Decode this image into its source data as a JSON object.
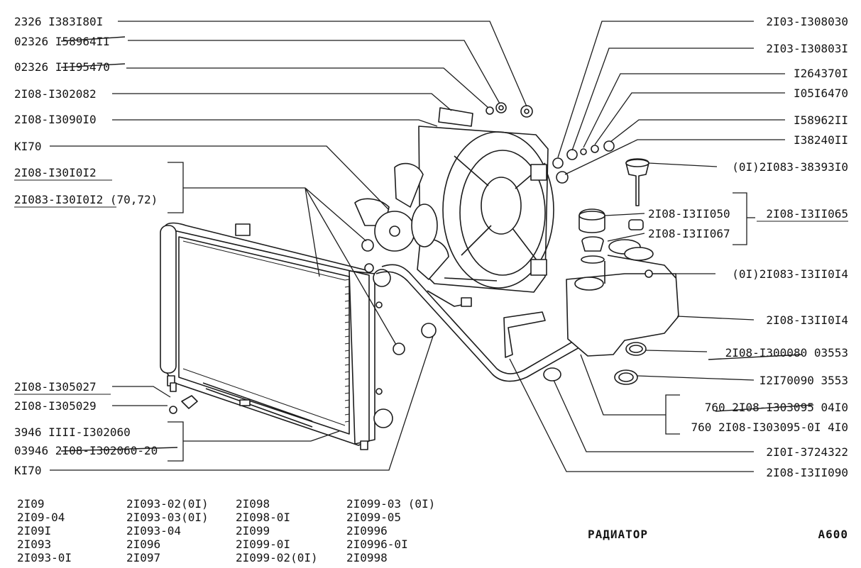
{
  "callouts": {
    "left": [
      {
        "code": "2326  I383I80I",
        "struck": false
      },
      {
        "code": "02326  I58964II",
        "struck": true
      },
      {
        "code": "02326  III95470",
        "struck": true
      },
      {
        "code": "2I08-I302082",
        "struck": false
      },
      {
        "code": "2I08-I3090I0",
        "struck": false
      },
      {
        "code": "KI70",
        "struck": false
      },
      {
        "code": "2I08-I30I0I2",
        "struck": false,
        "underlined": true
      },
      {
        "code": "2I083-I30I0I2 (70,72)",
        "struck": false,
        "underlined": true
      },
      {
        "code": "2I08-I305027",
        "struck": false,
        "underlined": true
      },
      {
        "code": "2I08-I305029",
        "struck": false
      },
      {
        "code": "3946  IIII-I302060",
        "struck": false
      },
      {
        "code": "03946  2I08-I302060-20",
        "struck": true
      },
      {
        "code": "KI70",
        "struck": false
      }
    ],
    "right": [
      {
        "code": "2I03-I308030",
        "struck": false
      },
      {
        "code": "2I03-I30803I",
        "struck": false
      },
      {
        "code": "I264370I",
        "struck": false
      },
      {
        "code": "I05I6470",
        "struck": false
      },
      {
        "code": "I58962II",
        "struck": false
      },
      {
        "code": "I38240II",
        "struck": false
      },
      {
        "code": "(0I)2I083-38393I0",
        "struck": false
      },
      {
        "code": "2I08-I3II050",
        "struck": false
      },
      {
        "code": "2I08-I3II065",
        "struck": false,
        "underlined": true
      },
      {
        "code": "2I08-I3II067",
        "struck": false
      },
      {
        "code": "(0I)2I083-I3II0I4",
        "struck": false
      },
      {
        "code": "2I08-I3II0I4",
        "struck": false
      },
      {
        "code": "2I08-I300080  03553",
        "struck": true
      },
      {
        "code": "I2I70090  3553",
        "struck": false
      },
      {
        "code": "760  2I08-I303095  04I0",
        "struck": true
      },
      {
        "code": "760  2I08-I303095-0I  4I0",
        "struck": false
      },
      {
        "code": "2I0I-3724322",
        "struck": false
      },
      {
        "code": "2I08-I3II090",
        "struck": false
      }
    ]
  },
  "models": [
    [
      "2I09",
      "2I09-04",
      "2I09I",
      "2I093",
      "2I093-0I"
    ],
    [
      "2I093-02(0I)",
      "2I093-03(0I)",
      "2I093-04",
      "2I096",
      "2I097"
    ],
    [
      "2I098",
      "2I098-0I",
      "2I099",
      "2I099-0I",
      "2I099-02(0I)"
    ],
    [
      "2I099-03 (0I)",
      "2I099-05",
      "2I0996",
      "2I0996-0I",
      "2I0998"
    ]
  ],
  "title": "РАДИАТОР",
  "code": "A600"
}
